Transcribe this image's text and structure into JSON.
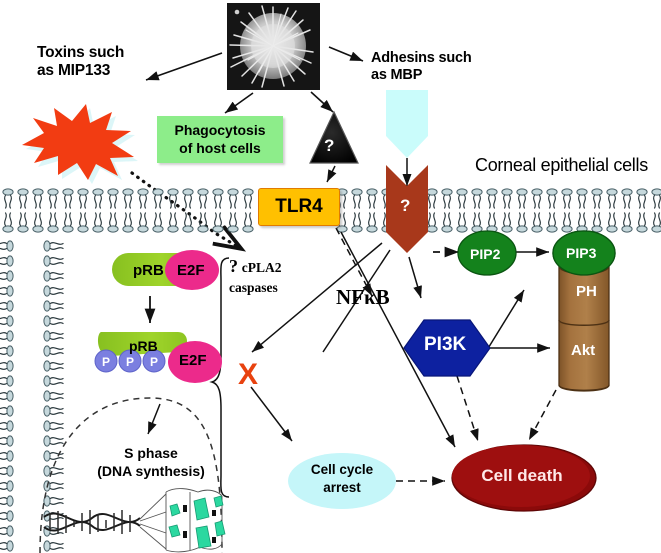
{
  "figure": {
    "title": "Acanthamoeba pathogenesis in corneal epithelial cells",
    "background": "#ffffff"
  },
  "labels": {
    "toxins": "Toxins such\nas MIP133",
    "adhesins": "Adhesins such\nas MBP",
    "corneal_epithelial_cells": "Corneal epithelial cells",
    "phagocytosis": "Phagocytosis\nof host cells",
    "tlr4": "TLR4",
    "triangle_question": "?",
    "receptor_question": "?",
    "cpla2_q": "?",
    "cpla2": "cPLA2",
    "caspases": "caspases",
    "nfkb": "NFκB",
    "x_mark": "X",
    "prb_1": "pRB",
    "e2f_1": "E2F",
    "prb_2": "pRB",
    "e2f_2": "E2F",
    "phospho_1": "P",
    "phospho_2": "P",
    "phospho_3": "P",
    "s_phase": "S phase\n(DNA synthesis)",
    "pip2": "PIP2",
    "pip3": "PIP3",
    "ph": "PH",
    "akt": "Akt",
    "pi3k": "PI3K",
    "cell_cycle_arrest": "Cell cycle\narrest",
    "cell_death": "Cell death"
  },
  "nodes": [
    {
      "name": "amoeba-micrograph",
      "kind": "sem-image",
      "label": ""
    },
    {
      "name": "toxins-starburst",
      "kind": "starburst",
      "color": "#f23c12",
      "label": ""
    },
    {
      "name": "phagocytosis-box",
      "kind": "rect",
      "color": "#8ded8a",
      "label": "Phagocytosis of host cells"
    },
    {
      "name": "unknown-triangle",
      "kind": "triangle",
      "color": "#0b0b0b",
      "label": "?"
    },
    {
      "name": "mbp-adhesin-arrow",
      "kind": "pentagon-arrow",
      "color": "#cafcfb",
      "label": ""
    },
    {
      "name": "tlr4-receptor",
      "kind": "rect",
      "color": "#ffc000",
      "label": "TLR4"
    },
    {
      "name": "unknown-receptor",
      "kind": "chevron",
      "color": "#a8381b",
      "label": "?"
    },
    {
      "name": "prb-e2f-complex",
      "kind": "capsule-pair",
      "color": "#9acd32",
      "label": "pRB E2F"
    },
    {
      "name": "prb-phosphorylated",
      "kind": "capsule",
      "color": "#9acd32",
      "label": "pRB PPP"
    },
    {
      "name": "e2f-free",
      "kind": "ellipse",
      "color": "#ec2a8b",
      "label": "E2F"
    },
    {
      "name": "pip2-node",
      "kind": "ellipse",
      "color": "#14821c",
      "label": "PIP2"
    },
    {
      "name": "pip3-node",
      "kind": "ellipse",
      "color": "#14821c",
      "label": "PIP3"
    },
    {
      "name": "ph-akt-cylinder",
      "kind": "cylinder",
      "color": "#a06e3c",
      "label": "PH Akt"
    },
    {
      "name": "pi3k-node",
      "kind": "hexagon",
      "color": "#0d21a0",
      "label": "PI3K"
    },
    {
      "name": "cell-cycle-arrest-node",
      "kind": "ellipse",
      "color": "#c5f6f9",
      "label": "Cell cycle arrest"
    },
    {
      "name": "cell-death-node",
      "kind": "ellipse",
      "color": "#9a0d0d",
      "label": "Cell death"
    },
    {
      "name": "dna-helix",
      "kind": "illustration",
      "label": ""
    },
    {
      "name": "plasma-membrane",
      "kind": "phospholipid-bilayer",
      "color": "#c6d8dc",
      "label": ""
    },
    {
      "name": "nuclear-envelope",
      "kind": "dashed-dome",
      "label": ""
    }
  ],
  "edges": [
    {
      "from": "amoeba-micrograph",
      "to": "toxins-starburst",
      "style": "solid"
    },
    {
      "from": "amoeba-micrograph",
      "to": "phagocytosis-box",
      "style": "solid"
    },
    {
      "from": "amoeba-micrograph",
      "to": "unknown-triangle",
      "style": "solid"
    },
    {
      "from": "amoeba-micrograph",
      "to": "adhesins",
      "style": "solid"
    },
    {
      "from": "mbp-adhesin-arrow",
      "to": "unknown-receptor",
      "style": "solid"
    },
    {
      "from": "unknown-triangle",
      "to": "tlr4-receptor",
      "style": "solid"
    },
    {
      "from": "toxins-starburst",
      "to": "cpla2-caspases",
      "style": "dotted"
    },
    {
      "from": "tlr4-receptor",
      "to": "nfkb",
      "style": "dashed"
    },
    {
      "from": "unknown-receptor",
      "to": "nfkb",
      "style": "dashed"
    },
    {
      "from": "unknown-receptor",
      "to": "pip2-node",
      "style": "dashed"
    },
    {
      "from": "unknown-receptor",
      "to": "pi3k-node",
      "style": "solid"
    },
    {
      "from": "pip2-node",
      "to": "pip3-node",
      "style": "solid"
    },
    {
      "from": "pi3k-node",
      "to": "pip3-node",
      "style": "solid"
    },
    {
      "from": "pi3k-node",
      "to": "ph-akt-cylinder",
      "style": "solid"
    },
    {
      "from": "unknown-receptor",
      "to": "x-mark",
      "style": "solid"
    },
    {
      "from": "x-mark",
      "to": "cell-cycle-arrest-node",
      "style": "solid"
    },
    {
      "from": "tlr4-receptor",
      "to": "cell-death-node",
      "style": "solid"
    },
    {
      "from": "cell-cycle-arrest-node",
      "to": "cell-death-node",
      "style": "dashed"
    },
    {
      "from": "pi3k-node",
      "to": "cell-death-node",
      "style": "dashed"
    },
    {
      "from": "ph-akt-cylinder",
      "to": "cell-death-node",
      "style": "dashed"
    },
    {
      "from": "prb-e2f-complex",
      "to": "prb-phosphorylated",
      "style": "solid"
    },
    {
      "from": "prb-phosphorylated",
      "to": "s_phase",
      "style": "solid"
    }
  ],
  "colors": {
    "membrane_head": "#c6d8dc",
    "tlr4": "#ffc000",
    "receptor_brown": "#a8381b",
    "toxin_red": "#f23c12",
    "phagocytosis_green": "#8ded8a",
    "pip_green": "#14821c",
    "pi3k_blue": "#0d21a0",
    "akt_brown": "#a06e3c",
    "e2f_pink": "#ec2a8b",
    "prb_green": "#9acd32",
    "phospho_purple": "#7b7fe0",
    "arrest_cyan": "#c5f6f9",
    "death_red": "#9a0d0d",
    "x_red": "#e8420f",
    "mbp_cyan": "#cafcfb"
  }
}
